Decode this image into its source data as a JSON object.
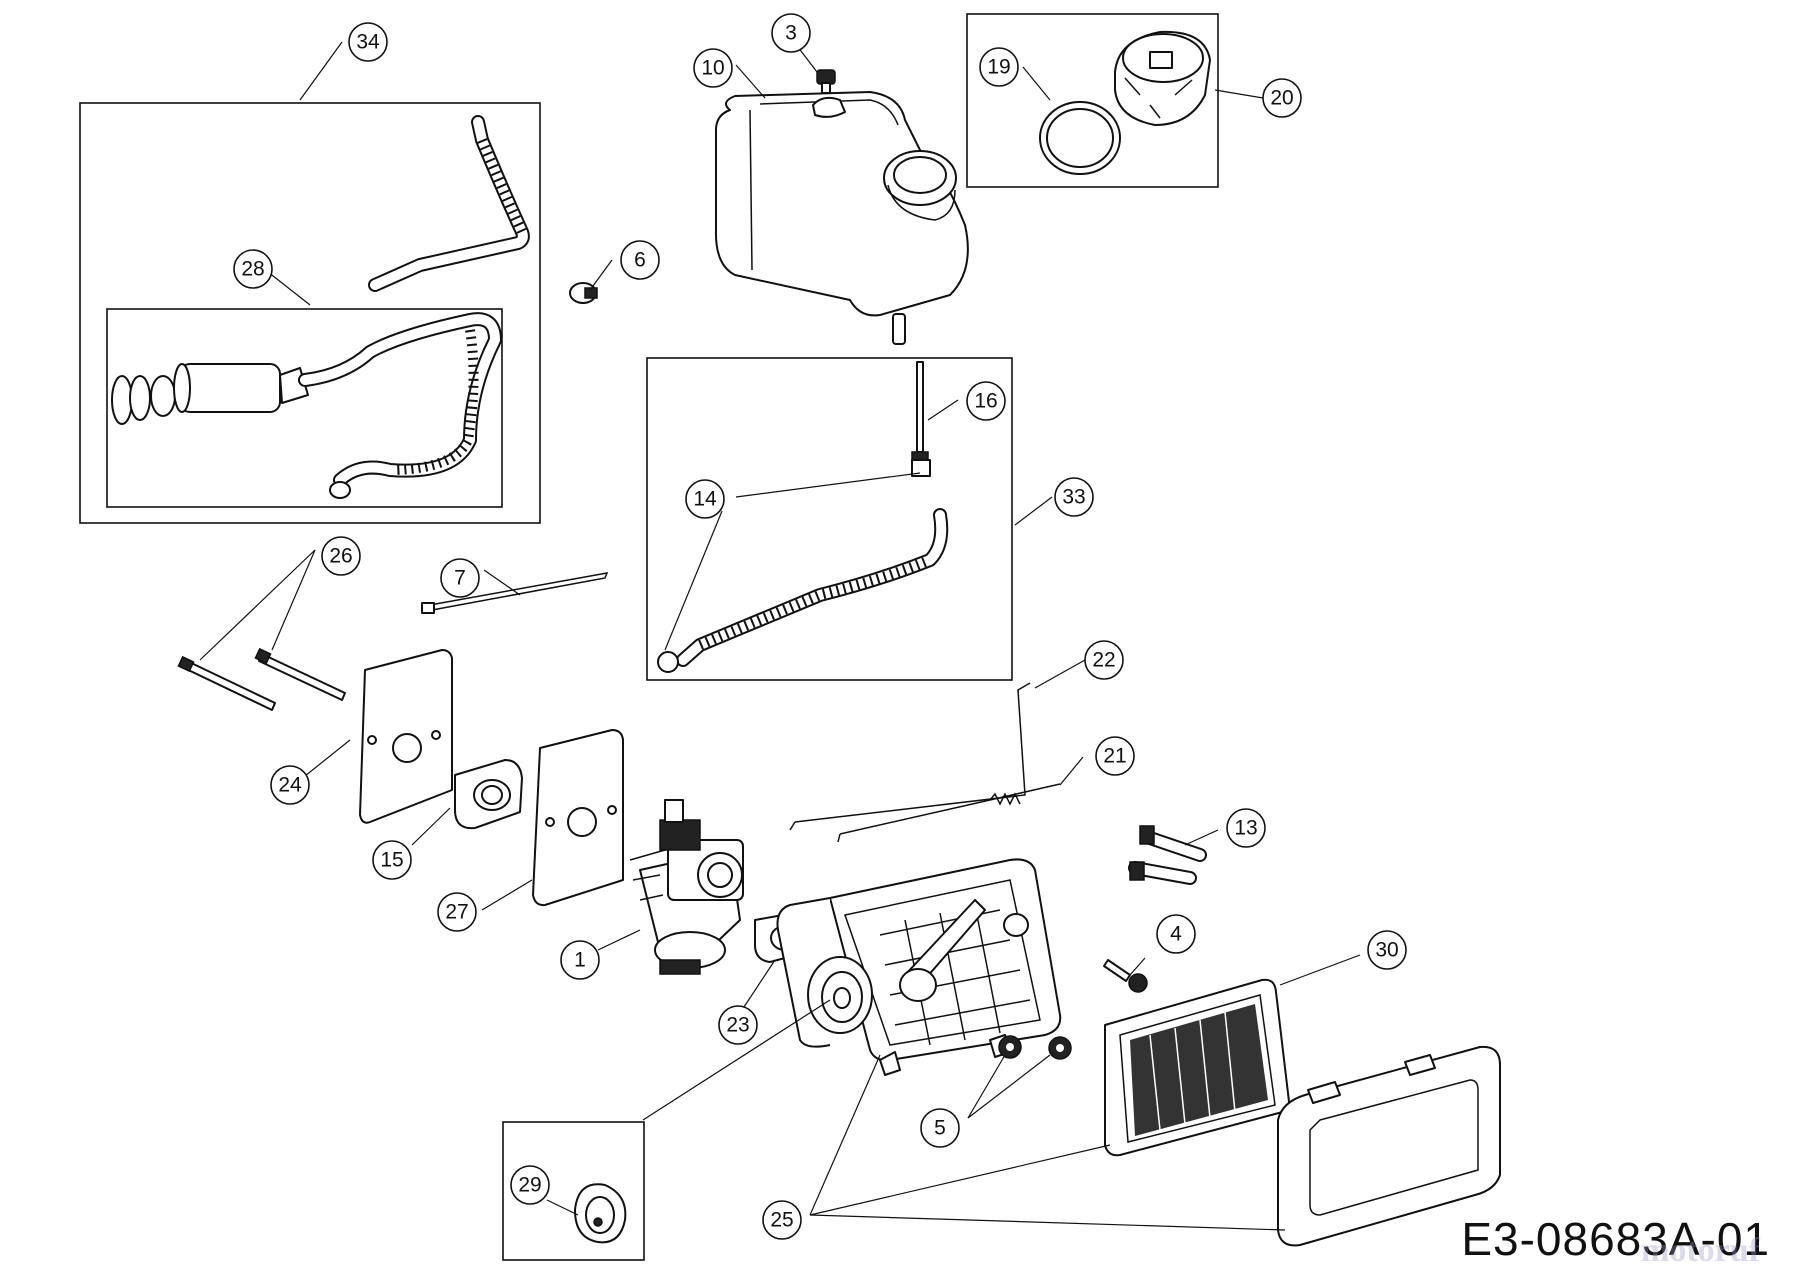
{
  "drawing_code": "E3-08683A-01",
  "watermark": "motoruf",
  "callouts": {
    "c1": "1",
    "c3": "3",
    "c4": "4",
    "c5": "5",
    "c6": "6",
    "c7": "7",
    "c10": "10",
    "c13": "13",
    "c14": "14",
    "c15": "15",
    "c16": "16",
    "c19": "19",
    "c20": "20",
    "c21": "21",
    "c22": "22",
    "c23": "23",
    "c24": "24",
    "c25": "25",
    "c26": "26",
    "c27": "27",
    "c28": "28",
    "c29": "29",
    "c30": "30",
    "c33": "33",
    "c34": "34"
  },
  "colors": {
    "line": "#111111",
    "background": "#ffffff"
  }
}
